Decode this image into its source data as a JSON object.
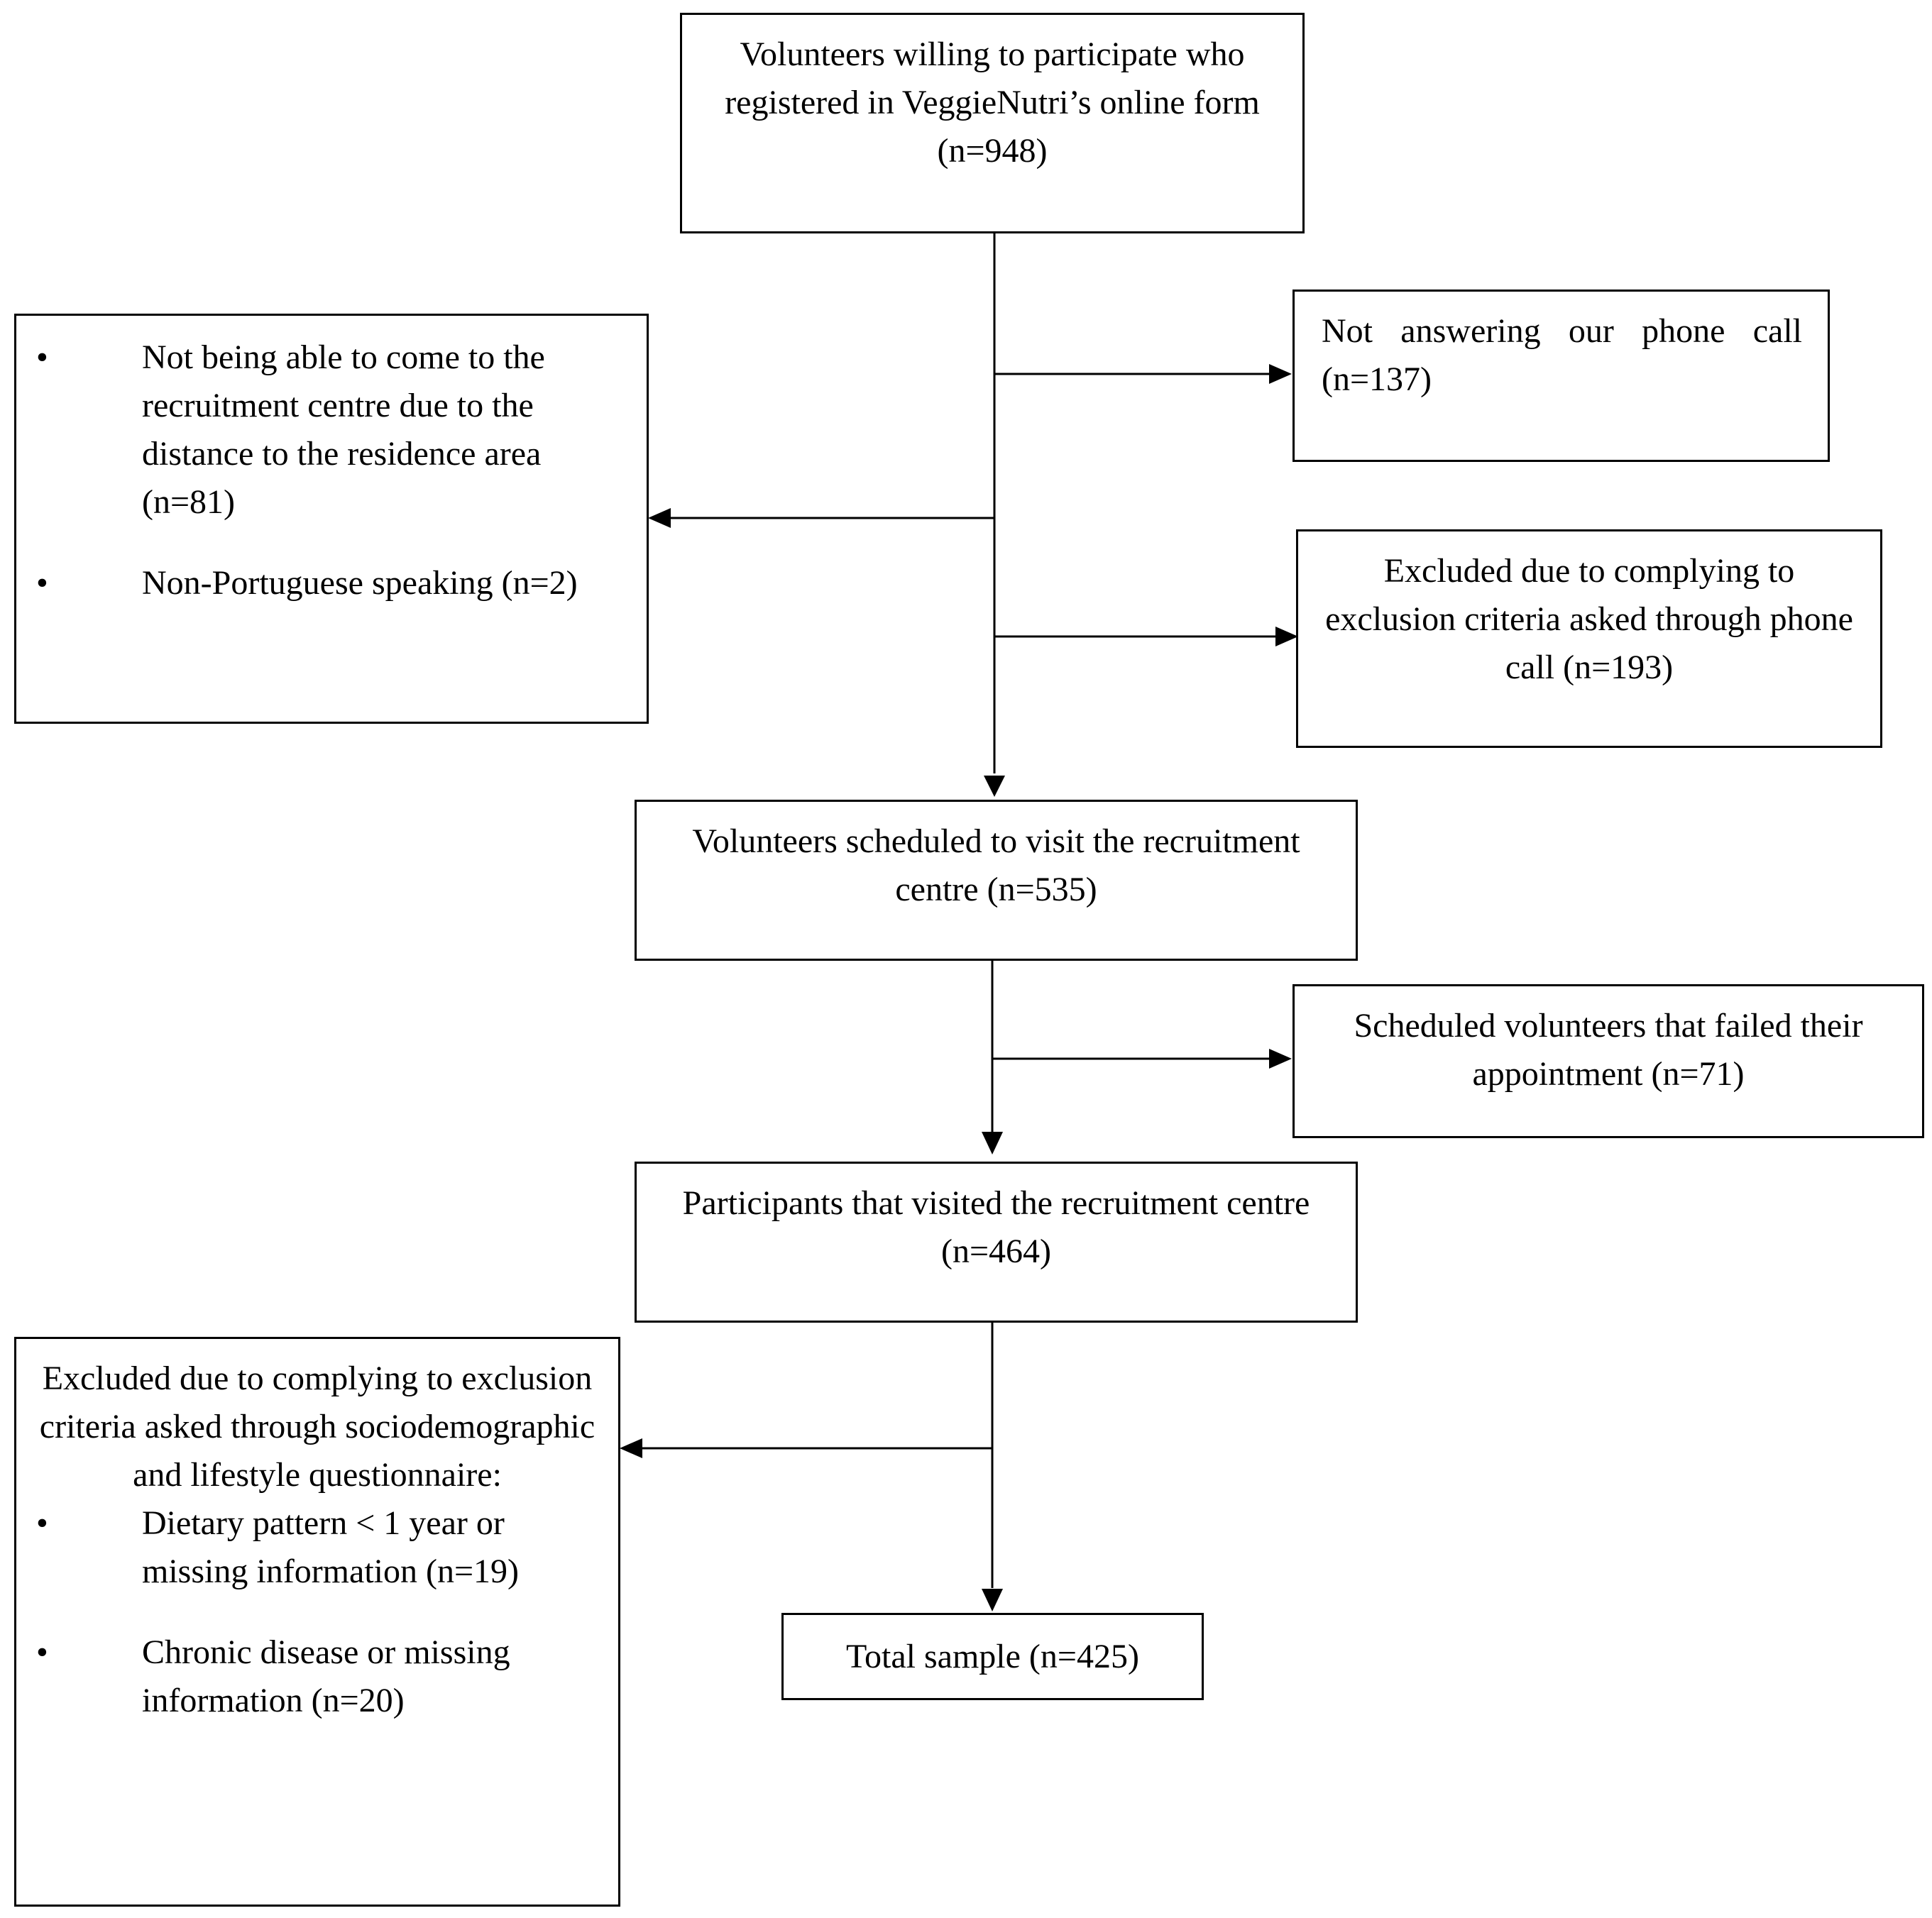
{
  "flowchart": {
    "registered": "Volunteers willing to participate who registered in VeggieNutri’s online form (n=948)",
    "no_answer": "Not answering our phone call (n=137)",
    "excluded_left_1": {
      "bullet": "•",
      "items": [
        "Not being able to come to the recruitment centre due to the distance to the residence area (n=81)",
        "Non-Portuguese speaking (n=2)"
      ]
    },
    "excluded_phone": "Excluded due to complying to exclusion criteria asked through phone call (n=193)",
    "scheduled": "Volunteers scheduled to visit the recruitment centre (n=535)",
    "failed_appointment": "Scheduled volunteers that failed their appointment (n=71)",
    "visited": "Participants that visited the recruitment centre (n=464)",
    "excluded_questionnaire": {
      "heading": "Excluded due to complying to exclusion criteria asked through sociodemographic and lifestyle questionnaire:",
      "bullet": "•",
      "items": [
        "Dietary pattern < 1 year or missing information (n=19)",
        "Chronic disease or missing information (n=20)"
      ]
    },
    "total": "Total sample (n=425)"
  }
}
